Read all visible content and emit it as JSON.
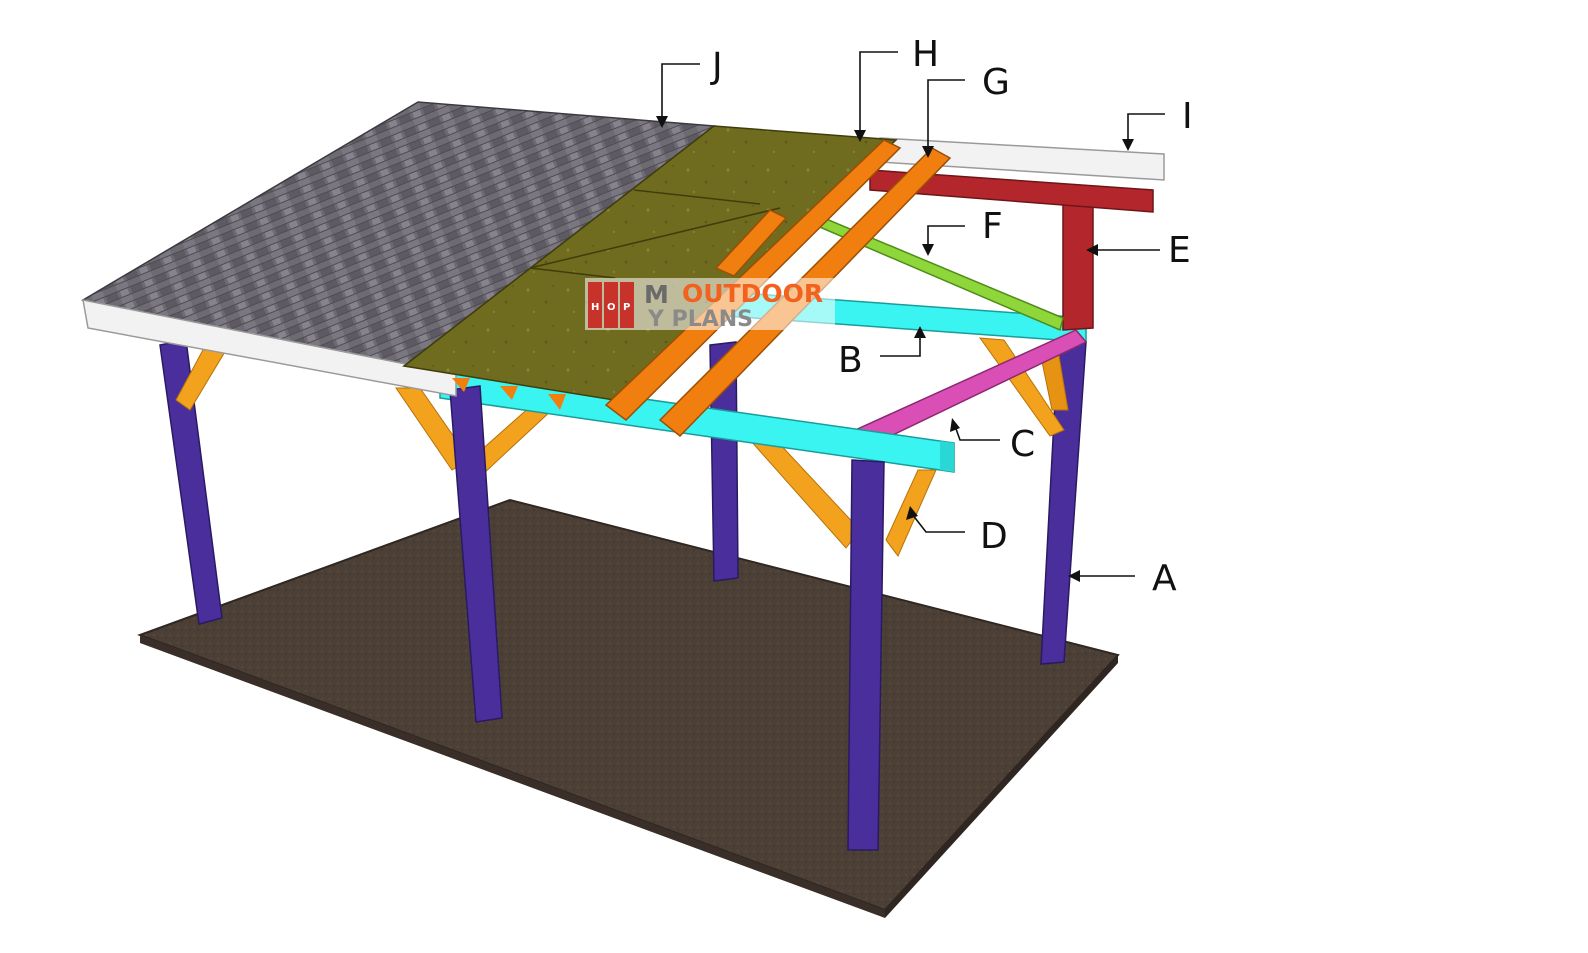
{
  "diagram": {
    "labels": {
      "A": "A",
      "B": "B",
      "C": "C",
      "D": "D",
      "E": "E",
      "F": "F",
      "G": "G",
      "H": "H",
      "I": "I",
      "J": "J"
    },
    "watermark": {
      "tile_letters": [
        "H",
        "O",
        "P"
      ],
      "line1_prefix": "M",
      "line1": "OUTDOOR",
      "line2": "Y PLANS"
    },
    "colors": {
      "posts": "#4a2f9c",
      "beams_front": "#39f4f0",
      "side_beam": "#d94fb5",
      "braces": "#f2a21c",
      "king_post": "#b3262b",
      "ridge": "#b3262b",
      "struts": "#8ed63a",
      "rafters": "#f07f10",
      "sheathing": "#6f6b1f",
      "fascia": "#f2f2f2",
      "shingles": "#6d6a72",
      "ground": "#4b3f36"
    }
  }
}
